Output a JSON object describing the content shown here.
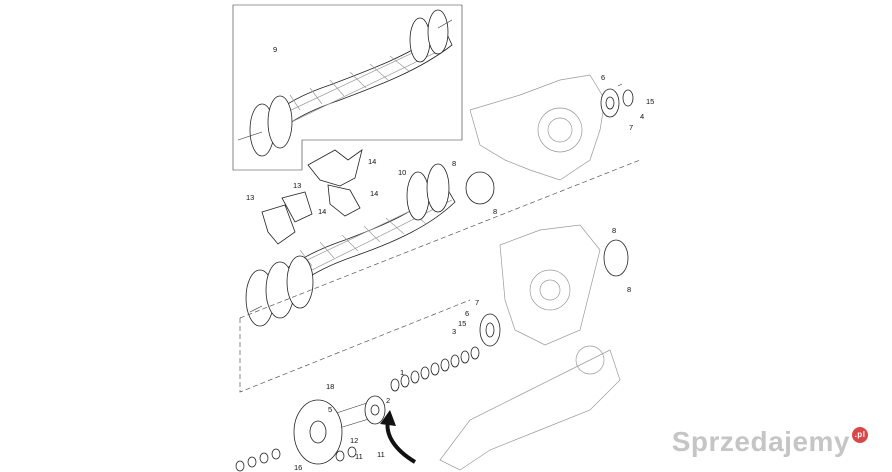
{
  "watermark": {
    "text": "Sprzedajemy",
    "badge": ".pl"
  },
  "callouts": [
    "1",
    "2",
    "3",
    "4",
    "5",
    "6",
    "7",
    "8",
    "9",
    "10",
    "11",
    "12",
    "13",
    "14",
    "15",
    "16",
    "18"
  ],
  "colors": {
    "ink": "#222222",
    "background": "#ffffff",
    "watermark": "#969696",
    "badge": "#d22828"
  }
}
